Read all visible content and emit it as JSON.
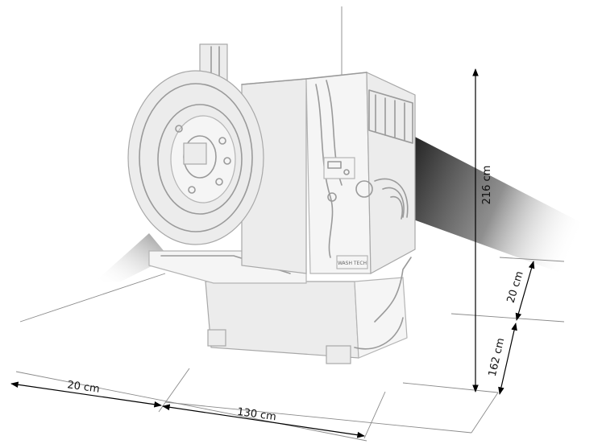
{
  "dimensions": {
    "depth_front": "20 cm",
    "length": "130 cm",
    "height_total": "216 cm",
    "height_top": "20 cm",
    "height_base": "162 cm"
  },
  "machine": {
    "brand_plate": "WASH TECH"
  }
}
